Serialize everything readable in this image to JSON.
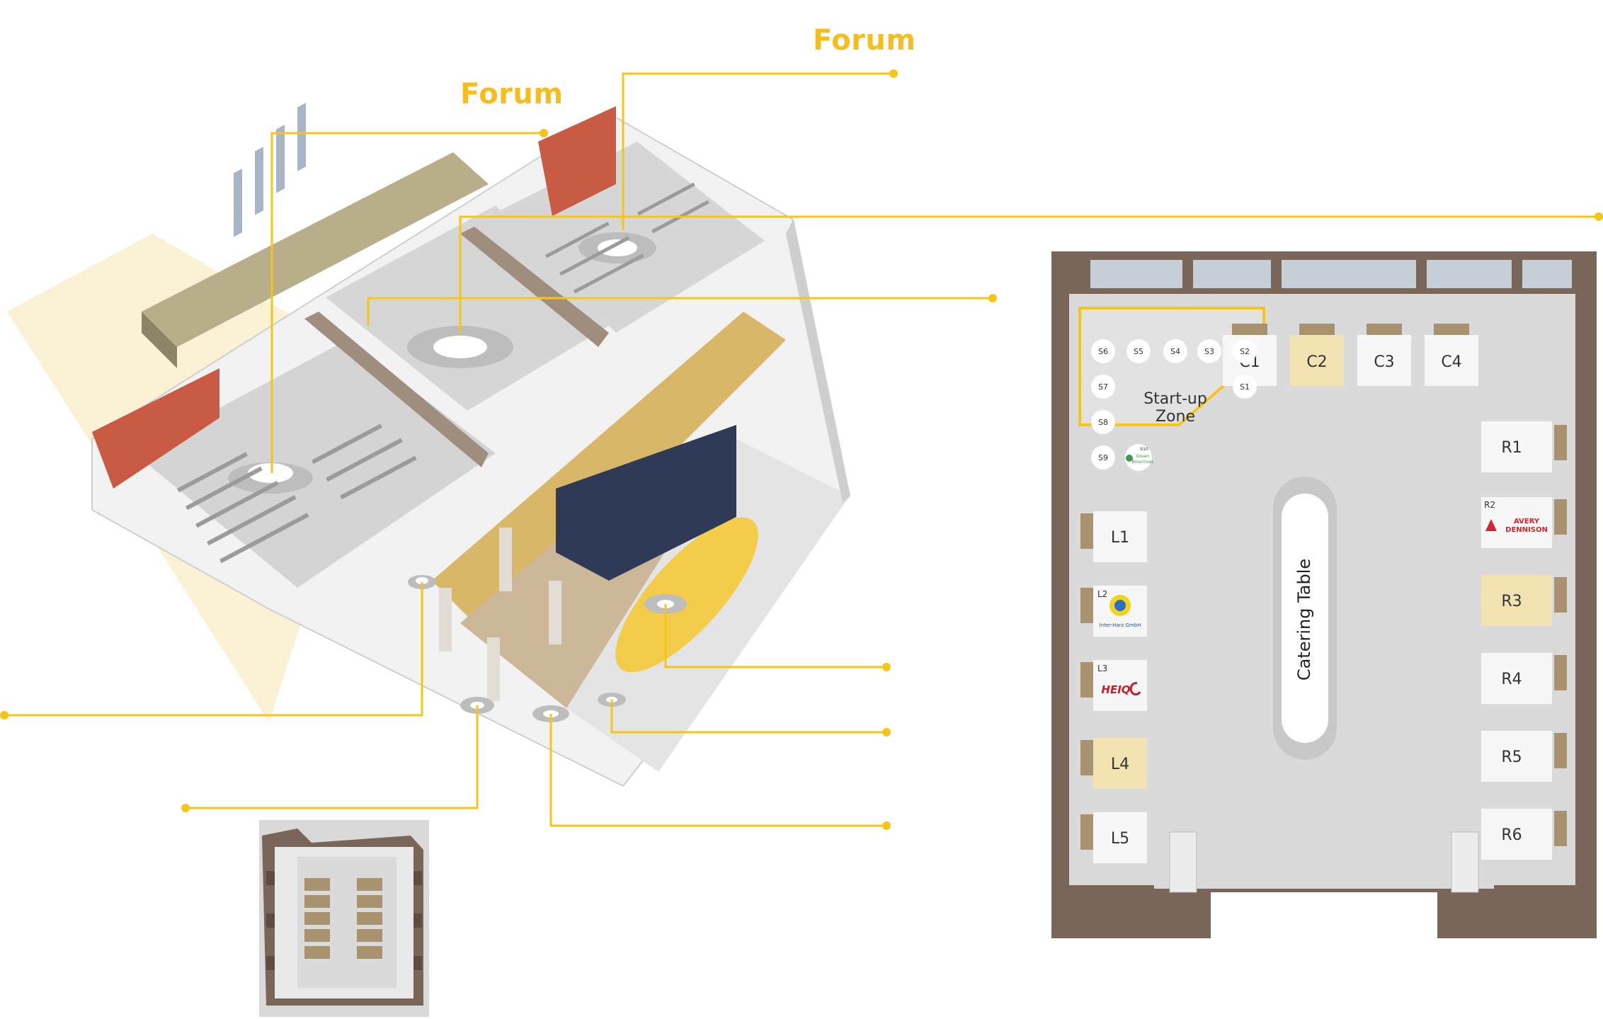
{
  "labels": {
    "forum_right": "Forum",
    "forum_left": "Forum"
  },
  "floor_plan": {
    "booths_top": [
      "C1",
      "C2",
      "C3",
      "C4"
    ],
    "booths_left": [
      "L1",
      "L2",
      "L3",
      "L4",
      "L5"
    ],
    "booths_right": [
      "R1",
      "R2",
      "R3",
      "R4",
      "R5",
      "R6"
    ],
    "startup_zone": {
      "title_line1": "Start-up",
      "title_line2": "Zone",
      "spots": [
        "S6",
        "S5",
        "S4",
        "S3",
        "S2",
        "S7",
        "S1",
        "S8",
        "S9"
      ],
      "logo_tag": "S10",
      "logo_text1": "Green",
      "logo_text2": "Bioactives"
    },
    "catering_label": "Catering Table",
    "logos": {
      "l2": "Inter-Harz GmbH",
      "l3": "HEIQ",
      "r2_line1": "AVERY",
      "r2_line2": "DENNISON"
    }
  },
  "colors": {
    "accent": "#F5C518",
    "highlight_booth": "#F3E3B3",
    "booth": "#F7F7F7",
    "floor": "#DADADA",
    "wall": "#7A6658",
    "red_wall": "#C95A43",
    "navy_wall": "#2E3A56"
  }
}
